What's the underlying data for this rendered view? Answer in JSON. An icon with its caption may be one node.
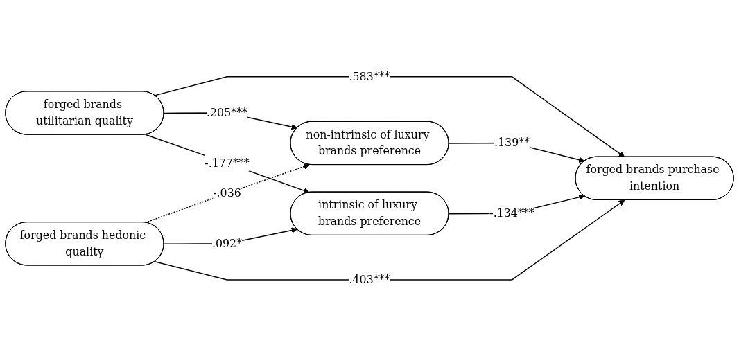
{
  "diagram": {
    "nodes": [
      {
        "text": [
          "forged brands utilitarian quality"
        ]
      },
      {
        "text": [
          "non-intrinsic of luxury brands preference"
        ]
      },
      {
        "text": [
          "intrinsic of luxury brands preference"
        ]
      },
      {
        "text": [
          "forged brands purchase intention"
        ]
      },
      {
        "text": [
          "forged brands hedonic quality"
        ]
      }
    ],
    "edges": [
      {
        "from": 0,
        "to": 3,
        "arrow": "to",
        "label": ".583***"
      },
      {
        "from": 0,
        "to": 1,
        "arrow": "to",
        "label": ".205***"
      },
      {
        "from": 0,
        "to": 2,
        "arrow": "to",
        "label": "-.177***"
      },
      {
        "from": 4,
        "to": 1,
        "arrow": "to",
        "label": "-.036",
        "style": "dashed"
      },
      {
        "from": 4,
        "to": 2,
        "arrow": "to",
        "label": ".092*"
      },
      {
        "from": 4,
        "to": 3,
        "arrow": "to",
        "label": ".403***"
      },
      {
        "from": 1,
        "to": 3,
        "arrow": "to",
        "label": ".139**"
      },
      {
        "from": 2,
        "to": 3,
        "arrow": "to",
        "label": "-.134***"
      }
    ]
  }
}
